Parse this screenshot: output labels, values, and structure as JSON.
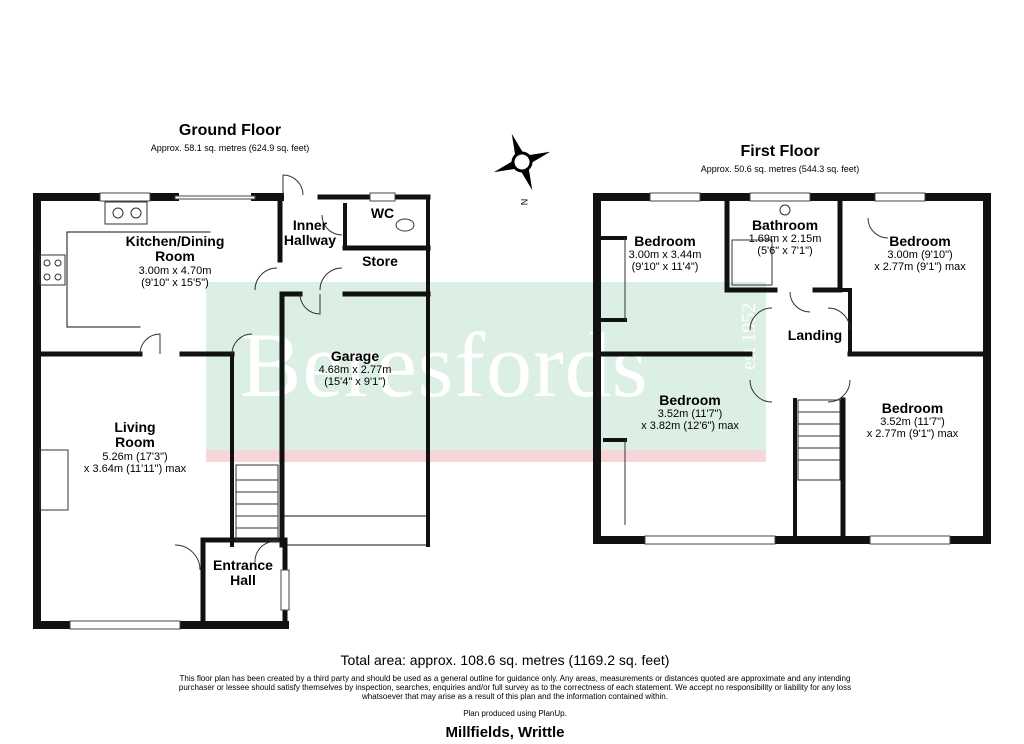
{
  "ground_floor": {
    "title": "Ground Floor",
    "area": "Approx. 58.1 sq. metres (624.9 sq. feet)",
    "rooms": [
      {
        "name": "Kitchen/Dining",
        "name2": "Room",
        "dim1": "3.00m x 4.70m",
        "dim2": "(9'10\" x 15'5\")"
      },
      {
        "name": "Inner",
        "name2": "Hallway"
      },
      {
        "name": "WC"
      },
      {
        "name": "Store"
      },
      {
        "name": "Garage",
        "dim1": "4.68m x 2.77m",
        "dim2": "(15'4\" x 9'1\")"
      },
      {
        "name": "Living",
        "name2": "Room",
        "dim1": "5.26m (17'3\")",
        "dim2": "x 3.64m (11'11\") max"
      },
      {
        "name": "Entrance",
        "name2": "Hall"
      }
    ]
  },
  "first_floor": {
    "title": "First Floor",
    "area": "Approx. 50.6 sq. metres (544.3 sq. feet)",
    "rooms": [
      {
        "name": "Bedroom",
        "dim1": "3.00m x 3.44m",
        "dim2": "(9'10\" x 11'4\")"
      },
      {
        "name": "Bathroom",
        "dim1": "1.69m x 2.15m",
        "dim2": "(5'6\" x 7'1\")"
      },
      {
        "name": "Bedroom",
        "dim1": "3.00m (9'10\")",
        "dim2": "x 2.77m (9'1\") max"
      },
      {
        "name": "Landing"
      },
      {
        "name": "Bedroom",
        "dim1": "3.52m (11'7\")",
        "dim2": "x 3.82m (12'6\") max"
      },
      {
        "name": "Bedroom",
        "dim1": "3.52m (11'7\")",
        "dim2": "x 2.77m (9'1\") max"
      }
    ]
  },
  "compass": {
    "label": "N"
  },
  "watermark": {
    "brand": "Beresfords",
    "est": "est 1952",
    "band_color": "#dcefe4",
    "strip_color": "#f7d6da"
  },
  "footer": {
    "total": "Total area: approx. 108.6 sq. metres (1169.2 sq. feet)",
    "disclaimer": "This floor plan has been created by a third party and should be used as a general outline for guidance only. Any areas, measurements or distances quoted are approximate and any intending purchaser or lessee should satisfy themselves by inspection, searches, enquiries and/or full survey as to the correctness of each statement. We accept no responsibility or liability for any loss whatsoever that may arise as a result of this plan and the information contained within.",
    "produced": "Plan produced using PlanUp.",
    "address": "Millfields, Writtle"
  }
}
